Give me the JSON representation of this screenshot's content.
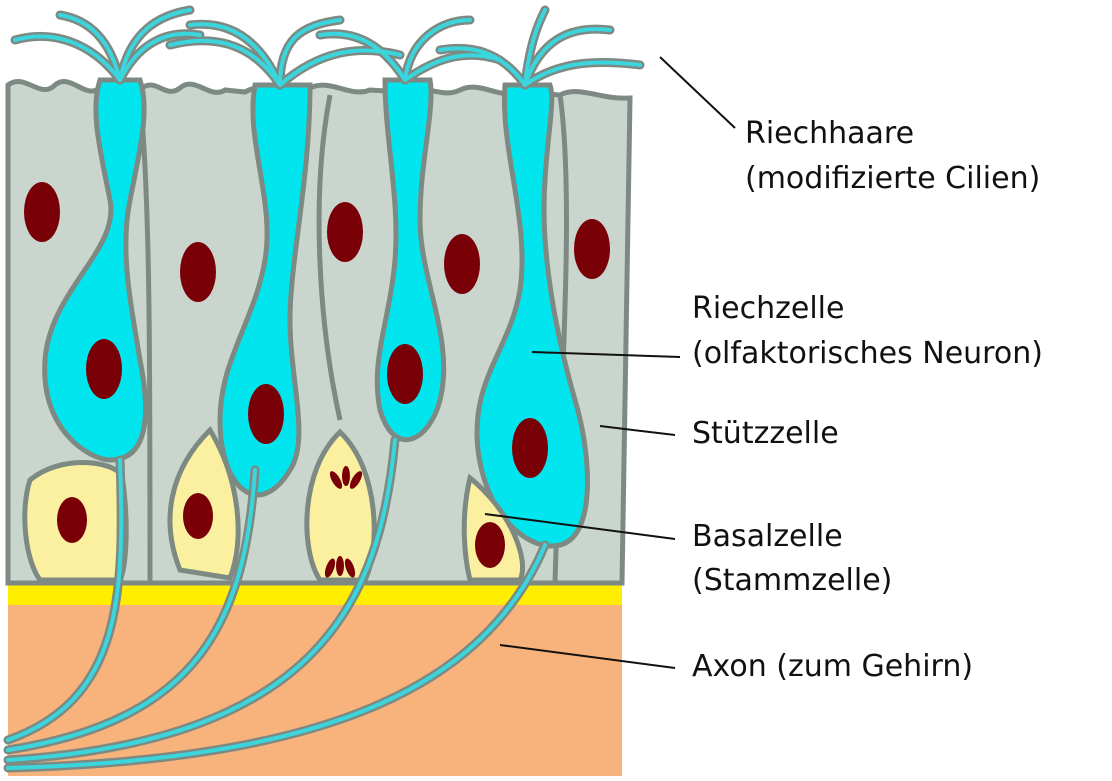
{
  "labels": {
    "riechhaare_1": "Riechhaare",
    "riechhaare_2": "(modifizierte Cilien)",
    "riechzelle_1": "Riechzelle",
    "riechzelle_2": "(olfaktorisches Neuron)",
    "stuetzzelle": "Stützzelle",
    "basalzelle_1": "Basalzelle",
    "basalzelle_2": "(Stammzelle)",
    "axon": "Axon (zum Gehirn)"
  },
  "colors": {
    "supporting_cell": "#c9d5cd",
    "neuron": "#00e5ee",
    "basal_cell": "#fbf0a0",
    "basal_membrane": "#ffee00",
    "connective_tissue": "#f8b27c",
    "nucleus": "#7a0008",
    "outline": "#7d8a83"
  }
}
